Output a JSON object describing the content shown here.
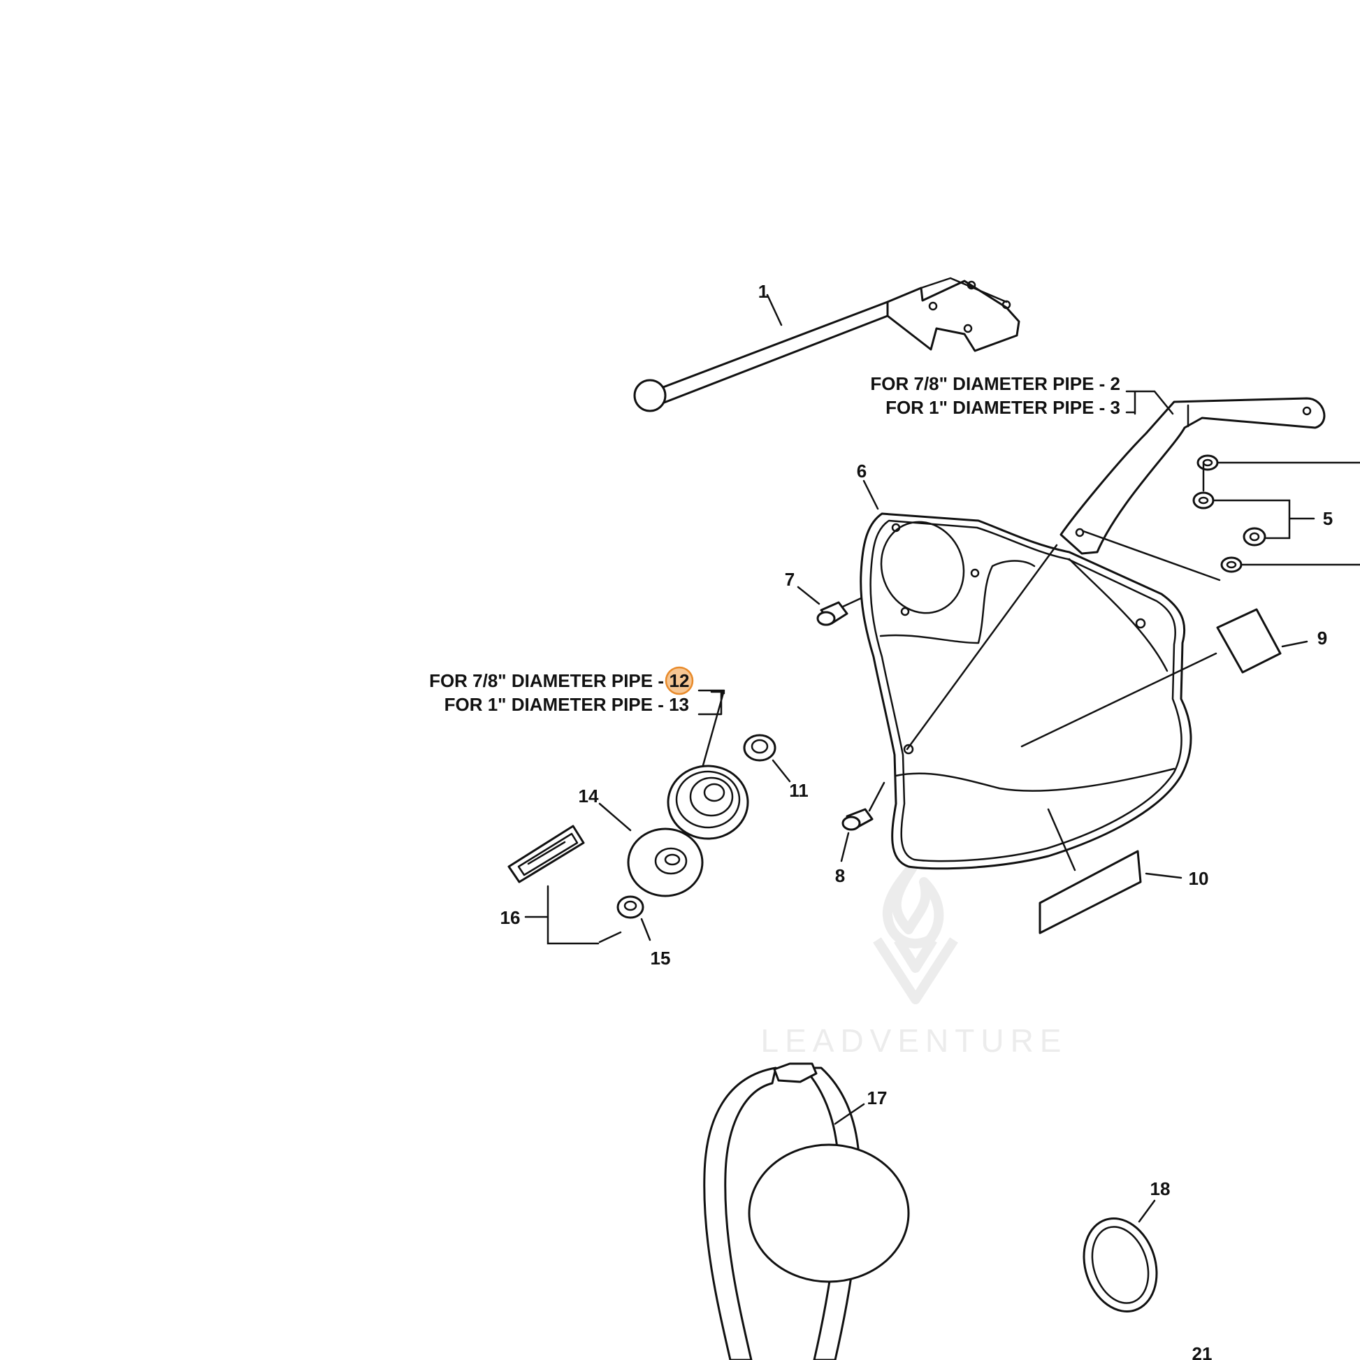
{
  "callouts": {
    "c1": "1",
    "c2_text": "FOR 7/8\"  DIAMETER PIPE - 2",
    "c3_text": "FOR 1\"  DIAMETER PIPE - 3",
    "c5": "5",
    "c6": "6",
    "c7": "7",
    "c8": "8",
    "c9": "9",
    "c10": "10",
    "c11": "11",
    "c12_text": "FOR 7/8\"  DIAMETER PIPE -",
    "c12": "12",
    "c13_text": "FOR 1\"  DIAMETER PIPE - 13",
    "c14": "14",
    "c15": "15",
    "c16": "16",
    "c17": "17",
    "c18": "18",
    "c21": "21"
  },
  "highlight": {
    "part": "12",
    "color": "#f0a04b"
  },
  "watermark": {
    "text": "LEADVENTURE",
    "color": "#ececec"
  }
}
